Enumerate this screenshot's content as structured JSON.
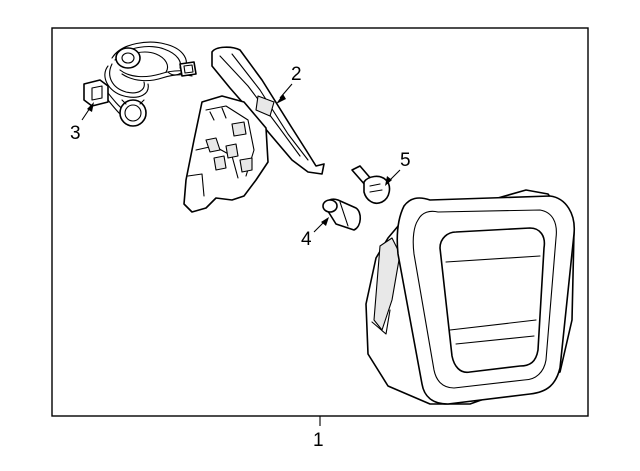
{
  "diagram": {
    "callouts": [
      {
        "id": "1",
        "label": "1"
      },
      {
        "id": "2",
        "label": "2"
      },
      {
        "id": "3",
        "label": "3"
      },
      {
        "id": "4",
        "label": "4"
      },
      {
        "id": "5",
        "label": "5"
      }
    ],
    "parts": [
      {
        "callout": "1",
        "kind": "tail-lamp-assembly"
      },
      {
        "callout": "2",
        "kind": "lamp-housing-bracket"
      },
      {
        "callout": "3",
        "kind": "wiring-harness-socket"
      },
      {
        "callout": "4",
        "kind": "bulb"
      },
      {
        "callout": "5",
        "kind": "bulb-wedge"
      }
    ]
  }
}
